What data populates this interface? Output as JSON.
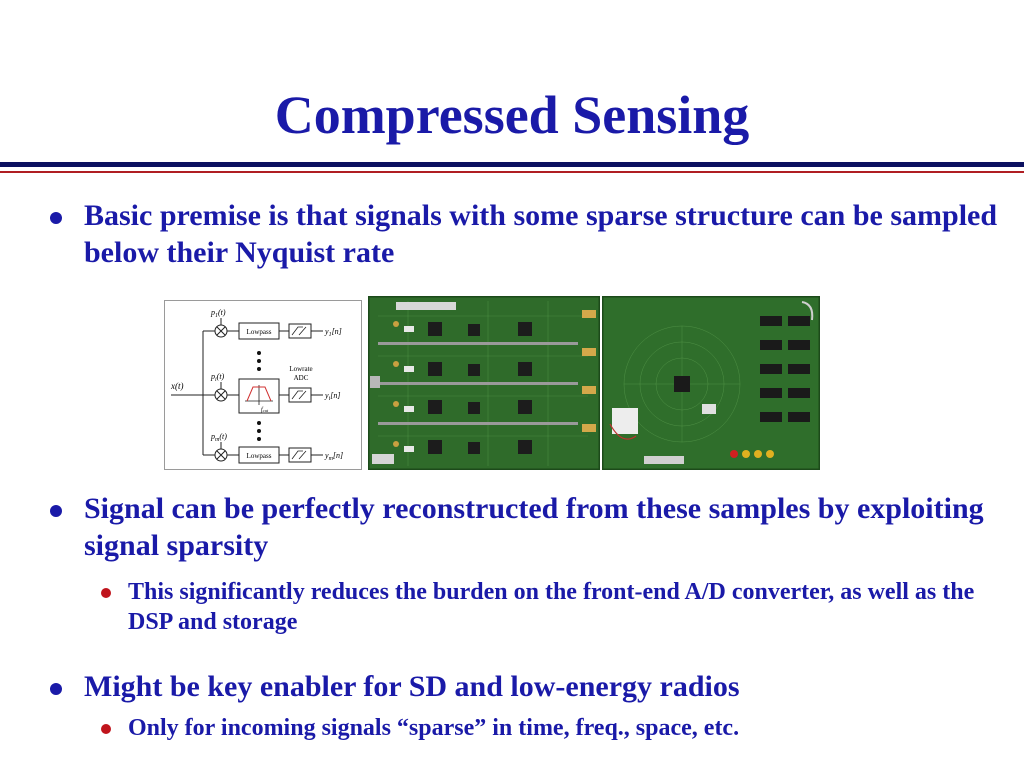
{
  "slide": {
    "title": "Compressed Sensing",
    "colors": {
      "title": "#1a1aa8",
      "rule_top": "#0b1060",
      "rule_bottom": "#b01e23",
      "sub_bullet": "#c0141c"
    }
  },
  "bullets": [
    {
      "text": "Basic premise is that signals with some sparse structure can be sampled below their Nyquist rate",
      "sub": []
    },
    {
      "text": "Signal can be perfectly reconstructed from these samples by exploiting signal sparsity",
      "sub": [
        "This significantly reduces the burden on the front-end A/D converter, as well as the DSP and storage"
      ]
    },
    {
      "text": "Might be key enabler for SD and low-energy radios",
      "sub": [
        "Only for incoming signals “sparse” in time, freq., space, etc."
      ]
    }
  ],
  "diagram": {
    "input": "x(t)",
    "mixers": [
      "p",
      "p",
      "p"
    ],
    "mixer_subscripts": [
      "1",
      "i",
      "m"
    ],
    "filter_top": "Lowpass",
    "filter_bottom": "Lowpass",
    "cutoff": "f",
    "cutoff_sub": "cut",
    "adc_line1": "Lowrate",
    "adc_line2": "ADC",
    "outputs": [
      "y",
      "y",
      "y"
    ],
    "output_subscripts": [
      "1",
      "i",
      "m"
    ],
    "time_arg": "(t)",
    "sample_arg": "[n]"
  }
}
